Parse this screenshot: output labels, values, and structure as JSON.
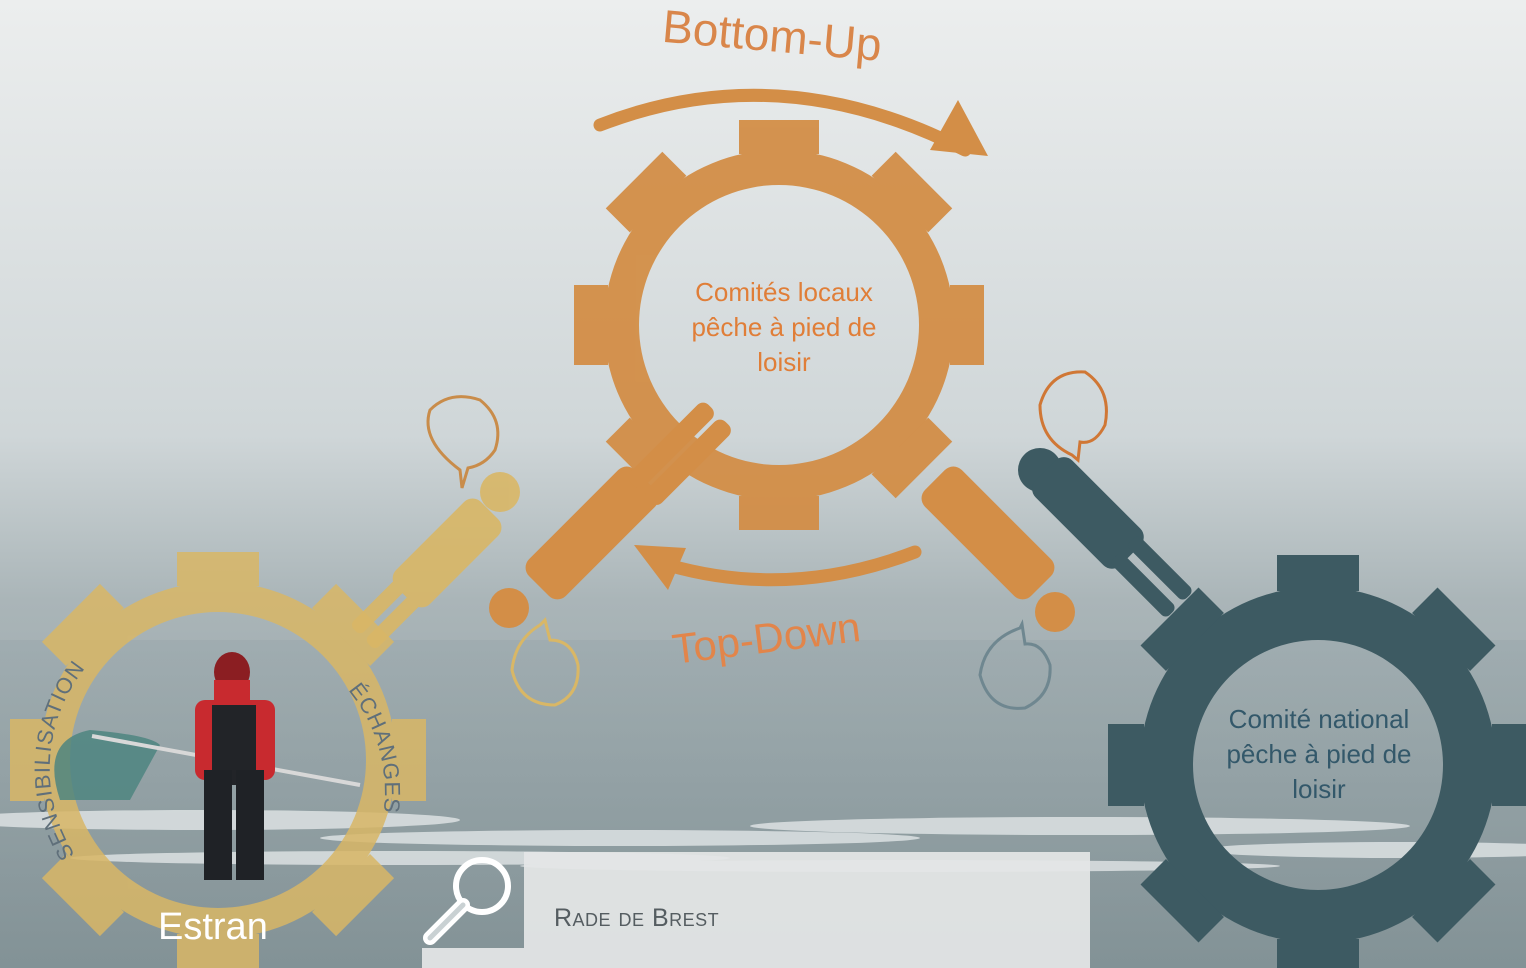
{
  "diagram": {
    "arrow_top_label": "Bottom-Up",
    "arrow_bottom_label": "Top-Down",
    "gear_center_label": [
      "Comités locaux",
      "pêche à pied de",
      "loisir"
    ],
    "gear_right_label": [
      "Comité national",
      "pêche à pied de",
      "loisir"
    ],
    "gear_left_arc_left": "SENSIBILISATION",
    "gear_left_arc_right": "ÉCHANGES",
    "gear_left_bottom_label": "Estran"
  },
  "search": {
    "label": "Rade de Brest"
  },
  "colors": {
    "orange": "#d38e47",
    "orange_text": "#e07e38",
    "teal": "#3d5a62",
    "teal_text": "#33586a",
    "sand": "#d9b766",
    "sky_top": "#eceeee",
    "sea": "#8fa0a4"
  },
  "icons": [
    "magnifier-icon",
    "speech-bubble-icon",
    "person-icon",
    "gear-icon",
    "curved-arrow-icon"
  ]
}
